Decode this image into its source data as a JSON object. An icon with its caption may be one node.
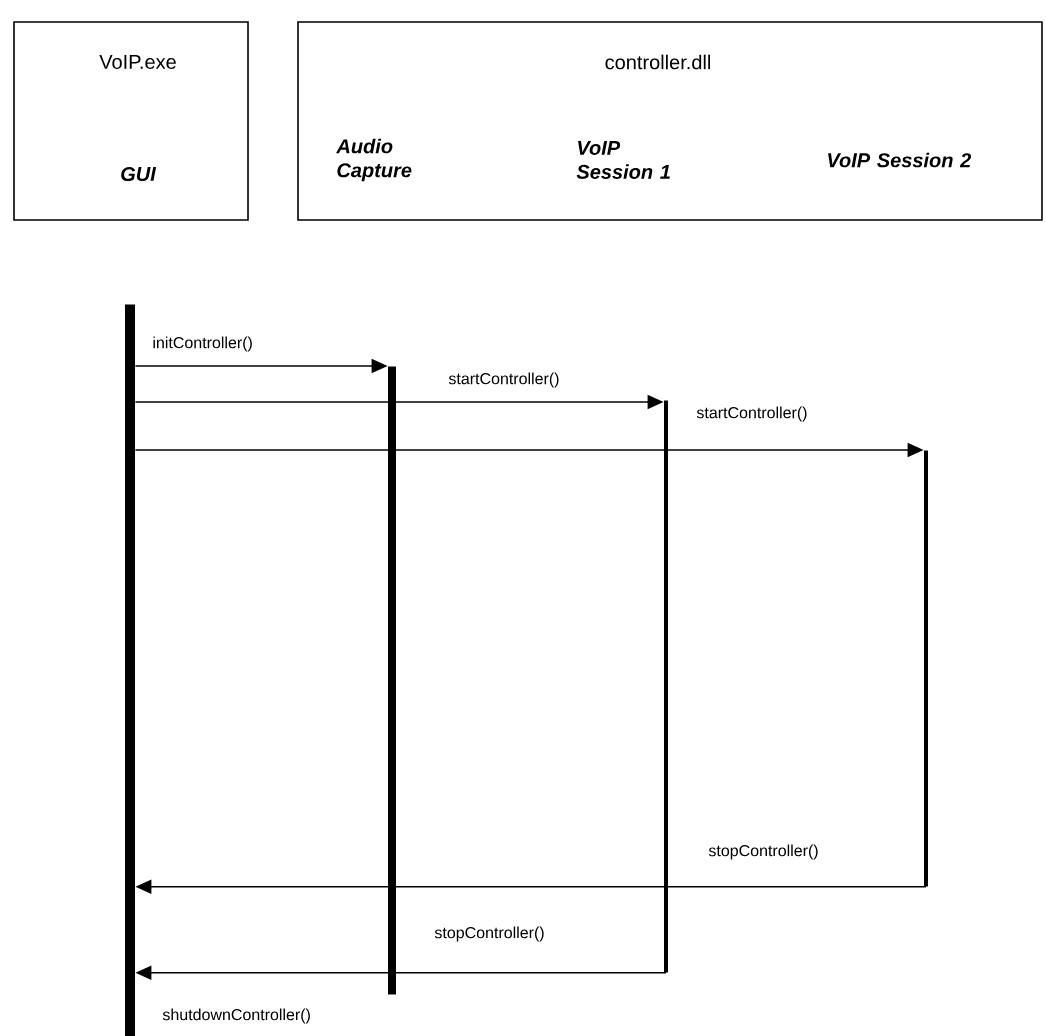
{
  "diagram": {
    "nodes": [
      {
        "text": [
          "VoIP.exe",
          "GUI"
        ]
      },
      {
        "text": [
          "controller.dll",
          "Audio Capture",
          "VoIP Session 1",
          "VoIP Session 2"
        ]
      },
      {
        "text": [],
        "shape": "bar"
      },
      {
        "text": [],
        "shape": "bar"
      },
      {
        "text": [],
        "shape": "bar"
      },
      {
        "text": [],
        "shape": "bar"
      }
    ],
    "edges": [
      {
        "from": 2,
        "to": 3,
        "arrow": "to",
        "label": "initController()"
      },
      {
        "from": 2,
        "to": 4,
        "arrow": "to",
        "label": "startController()"
      },
      {
        "from": 2,
        "to": 5,
        "arrow": "to",
        "label": "startController()"
      },
      {
        "from": 5,
        "to": 2,
        "arrow": "to",
        "label": "stopController()"
      },
      {
        "from": 4,
        "to": 2,
        "arrow": "to",
        "label": "stopController()"
      }
    ],
    "labels": [
      "shutdownController()"
    ]
  }
}
